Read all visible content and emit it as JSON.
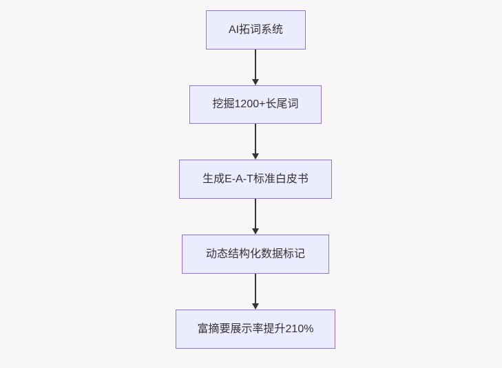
{
  "diagram": {
    "type": "flowchart",
    "direction": "top-down",
    "nodes": [
      {
        "id": "A",
        "label": "AI拓词系统"
      },
      {
        "id": "B",
        "label": "挖掘1200+长尾词"
      },
      {
        "id": "C",
        "label": "生成E-A-T标准白皮书"
      },
      {
        "id": "D",
        "label": "动态结构化数据标记"
      },
      {
        "id": "E",
        "label": "富摘要展示率提升210%"
      }
    ],
    "edges": [
      {
        "from": "A",
        "to": "B",
        "style": "arrow"
      },
      {
        "from": "B",
        "to": "C",
        "style": "arrow"
      },
      {
        "from": "C",
        "to": "D",
        "style": "arrow"
      },
      {
        "from": "D",
        "to": "E",
        "style": "arrow"
      }
    ],
    "colors": {
      "node_fill": "#ECECFF",
      "node_border": "#9370DB",
      "node_text": "#333333",
      "arrow": "#333333",
      "background": "#F7F7F7"
    }
  }
}
